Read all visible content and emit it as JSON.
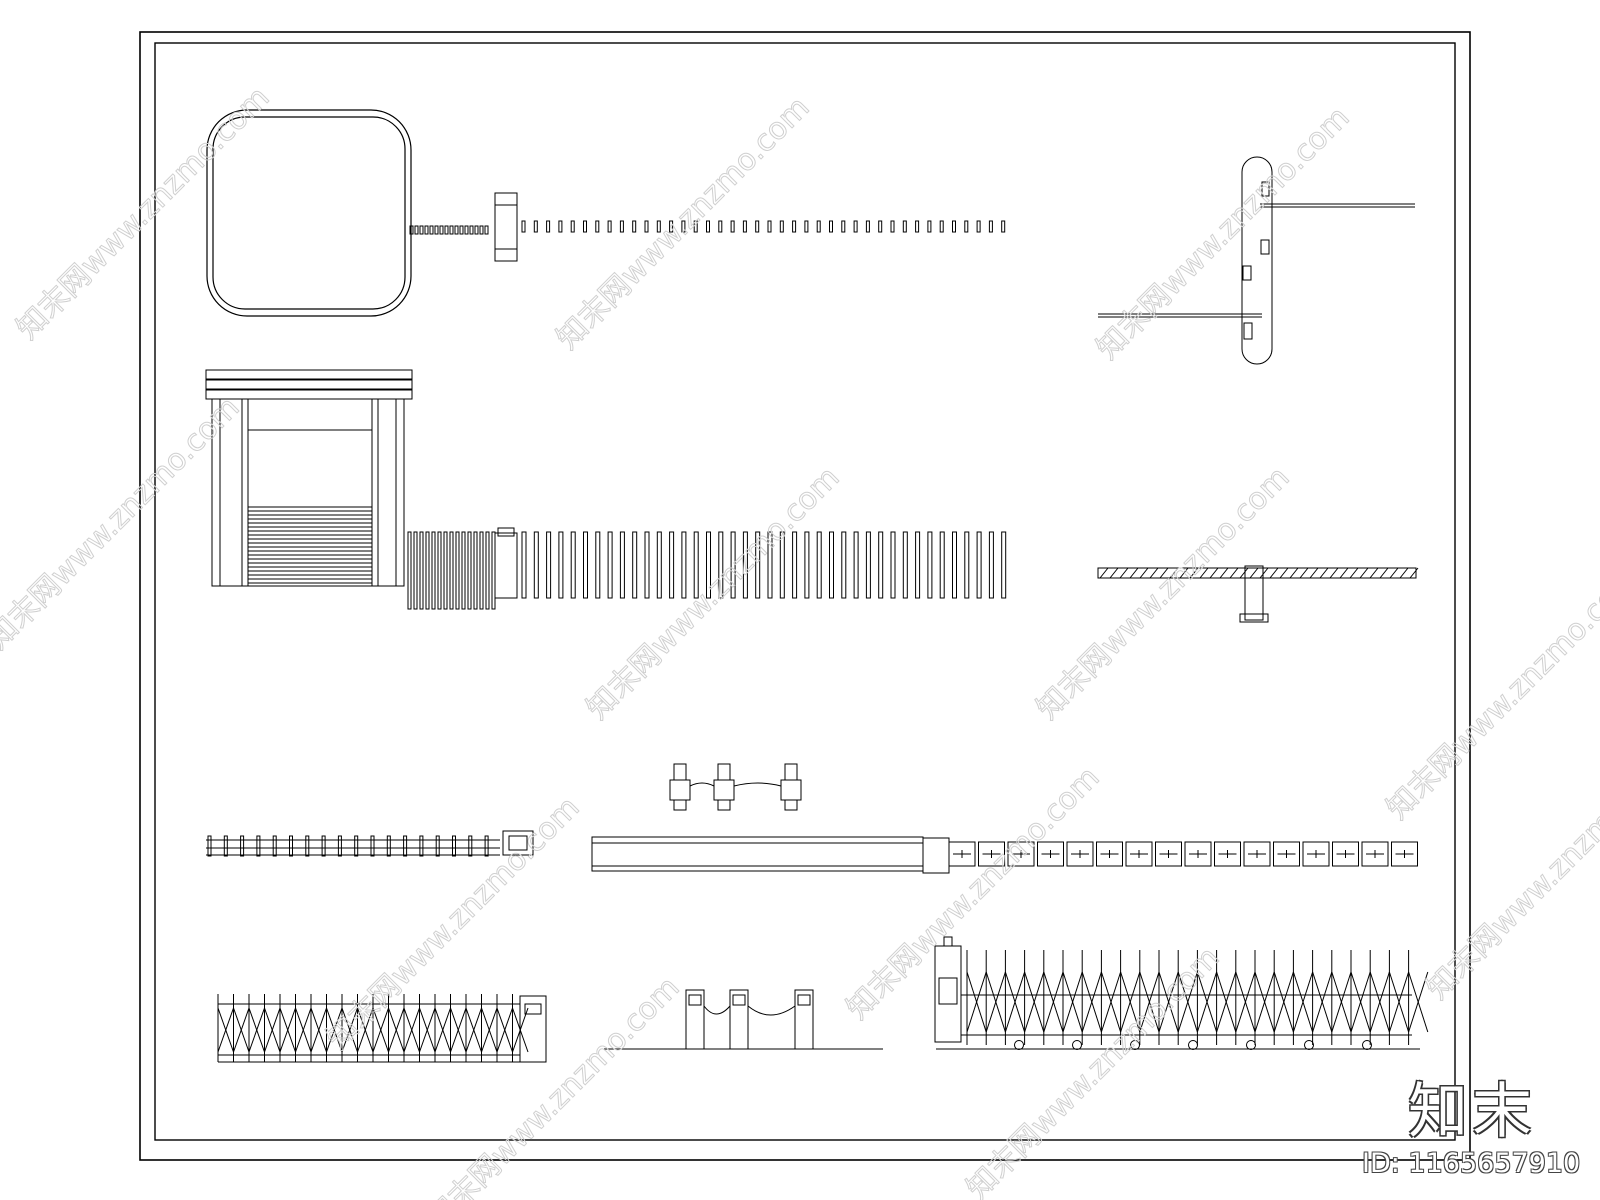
{
  "brand": {
    "logo_text": "知末",
    "watermark_text": "知末网www.znzmo.com"
  },
  "footer": {
    "id_label": "ID: 1165657910"
  },
  "colors": {
    "line": "#000000",
    "watermark": "#d0d0d0",
    "paper": "#ffffff"
  }
}
